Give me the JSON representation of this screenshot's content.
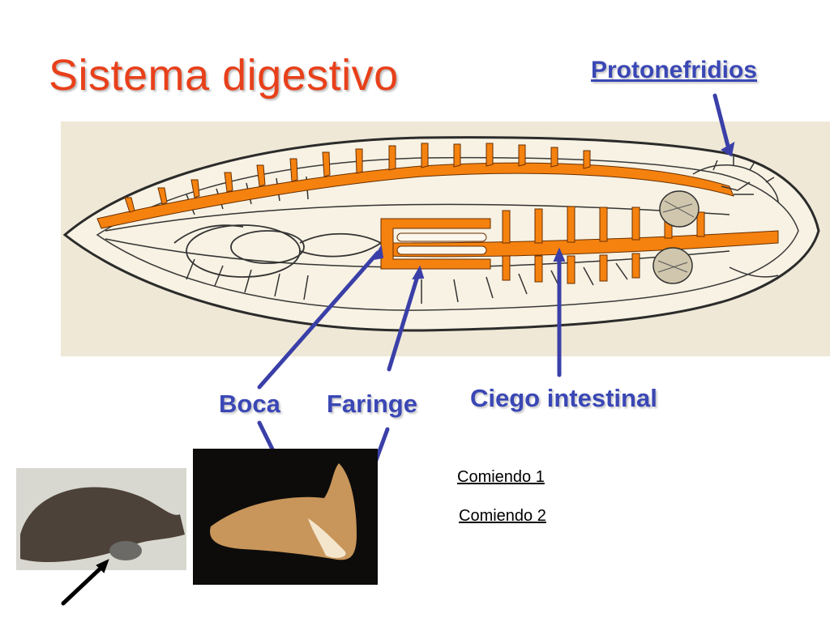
{
  "slide": {
    "title": "Sistema digestivo"
  },
  "labels": {
    "protonefridios": "Protonefridios",
    "boca": "Boca",
    "faringe": "Faringe",
    "ciego_intestinal": "Ciego intestinal"
  },
  "links": {
    "comiendo_1": "Comiendo 1",
    "comiendo_2": "Comiendo 2"
  },
  "colors": {
    "title": "#e8401a",
    "labels": "#3a47b5",
    "arrows": "#3a3fa8",
    "digestive_system": "#f5820f",
    "diagram_background": "#efe8d6"
  }
}
